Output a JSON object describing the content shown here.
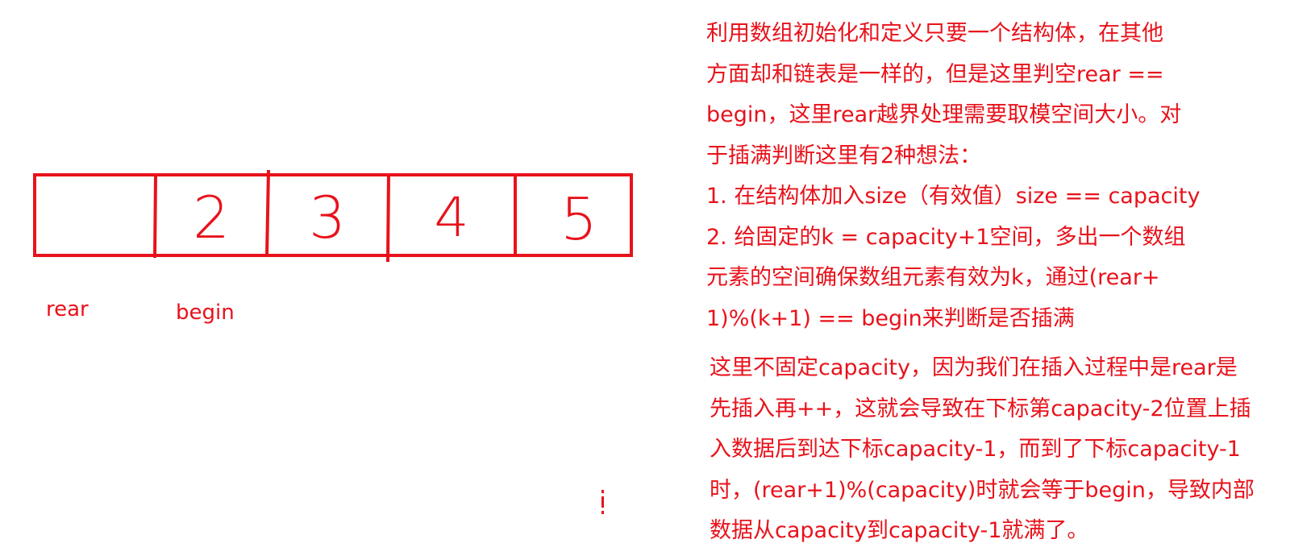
{
  "colors": {
    "ink": "#e8121b",
    "background": "#ffffff"
  },
  "array_cells": [
    "",
    "2",
    "3",
    "4",
    "5"
  ],
  "pointer_labels": {
    "rear": "rear",
    "begin": "begin"
  },
  "note_primary": [
    "利用数组初始化和定义只要一个结构体，在其他",
    "方面却和链表是一样的，但是这里判空rear ==",
    "begin，这里rear越界处理需要取模空间大小。对",
    "于插满判断这里有2种想法：",
    "1. 在结构体加入size（有效值）size == capacity",
    "2.  给固定的k = capacity+1空间，多出一个数组",
    "元素的空间确保数组元素有效为k，通过(rear+",
    "1)%(k+1) == begin来判断是否插满"
  ],
  "note_secondary": [
    "这里不固定capacity，因为我们在插入过程中是rear是",
    "先插入再++，这就会导致在下标第capacity-2位置上插",
    "入数据后到达下标capacity-1，而到了下标capacity-1",
    "时，(rear+1)%(capacity)时就会等于begin，导致内部",
    "数据从capacity到capacity-1就满了。"
  ]
}
